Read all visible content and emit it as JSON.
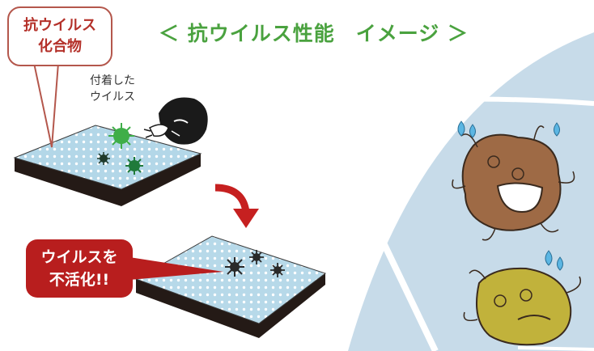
{
  "title": "＜ 抗ウイルス性能　イメージ ＞",
  "callout": {
    "line1": "抗ウイルス",
    "line2": "化合物"
  },
  "attached_label": {
    "line1": "付着した",
    "line2": "ウイルス"
  },
  "result_label": {
    "line1": "ウイルスを",
    "line2": "不活化!!"
  },
  "colors": {
    "title": "#4aa23f",
    "virus_active": "#3fae49",
    "virus_inactive": "#2a2a2a",
    "result_bg": "#b81e1e",
    "callout_border": "#b4574c",
    "panel_surface": "#b3d7e8",
    "slab_side": "#241a16",
    "bg_circle": "#c7dbe9",
    "germ_brown": "#9e6a45",
    "germ_olive": "#c1b23b"
  },
  "icons": [
    "virus-icon",
    "germ-icon",
    "sneezing-face-icon",
    "arrow-down-icon",
    "sweat-drop-icon"
  ]
}
